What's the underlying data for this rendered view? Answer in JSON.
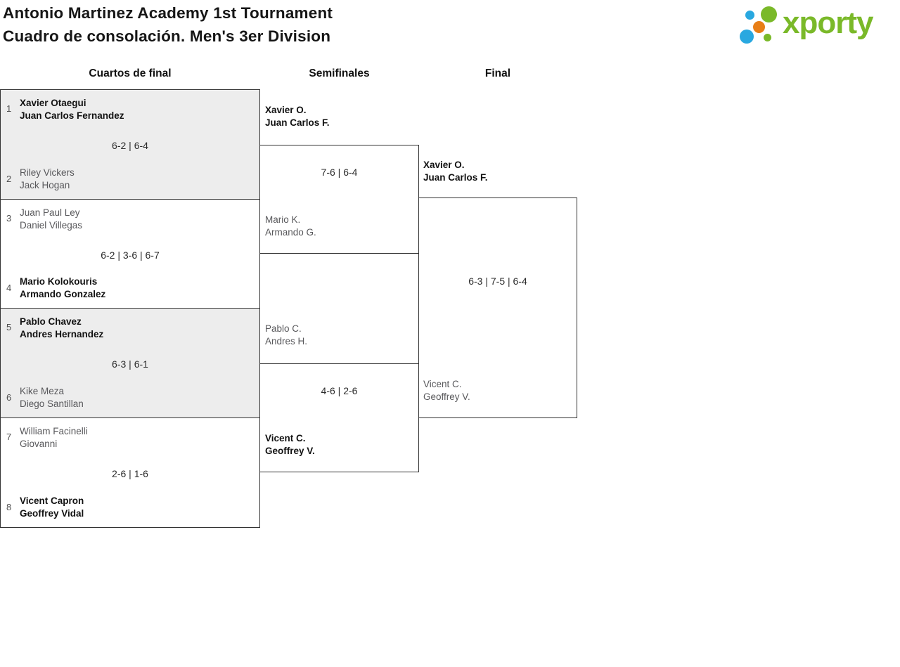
{
  "header": {
    "title_line1": "Antonio Martinez Academy 1st Tournament",
    "title_line2": "Cuadro de consolación. Men's 3er Division"
  },
  "logo": {
    "wordmark": "xporty",
    "colors": {
      "green": "#7ab929",
      "blue": "#29a8e0",
      "orange": "#e87e16"
    }
  },
  "round_headers": {
    "quarterfinals": "Cuartos de final",
    "semifinals": "Semifinales",
    "final": "Final"
  },
  "bracket": {
    "quarterfinals": [
      {
        "top_seed": "1",
        "top": {
          "line1": "Xavier Otaegui",
          "line2": "Juan Carlos Fernandez"
        },
        "top_winner": true,
        "score": "6-2 | 6-4",
        "bottom_seed": "2",
        "bottom": {
          "line1": "Riley Vickers",
          "line2": "Jack Hogan"
        },
        "bottom_winner": false
      },
      {
        "top_seed": "3",
        "top": {
          "line1": "Juan Paul Ley",
          "line2": "Daniel Villegas"
        },
        "top_winner": false,
        "score": "6-2 | 3-6 | 6-7",
        "bottom_seed": "4",
        "bottom": {
          "line1": "Mario Kolokouris",
          "line2": "Armando Gonzalez"
        },
        "bottom_winner": true
      },
      {
        "top_seed": "5",
        "top": {
          "line1": "Pablo Chavez",
          "line2": "Andres Hernandez"
        },
        "top_winner": true,
        "score": "6-3 | 6-1",
        "bottom_seed": "6",
        "bottom": {
          "line1": "Kike Meza",
          "line2": "Diego Santillan"
        },
        "bottom_winner": false
      },
      {
        "top_seed": "7",
        "top": {
          "line1": "William Facinelli",
          "line2": "Giovanni"
        },
        "top_winner": false,
        "score": "2-6 | 1-6",
        "bottom_seed": "8",
        "bottom": {
          "line1": "Vicent Capron",
          "line2": "Geoffrey Vidal"
        },
        "bottom_winner": true
      }
    ],
    "semifinals": [
      {
        "top": {
          "line1": "Xavier O.",
          "line2": "Juan Carlos F."
        },
        "top_winner": true,
        "score": "7-6 | 6-4",
        "bottom": {
          "line1": "Mario K.",
          "line2": "Armando G."
        },
        "bottom_winner": false
      },
      {
        "top": {
          "line1": "Pablo C.",
          "line2": "Andres H."
        },
        "top_winner": false,
        "score": "4-6 | 2-6",
        "bottom": {
          "line1": "Vicent C.",
          "line2": "Geoffrey V."
        },
        "bottom_winner": true
      }
    ],
    "final": {
      "top": {
        "line1": "Xavier O.",
        "line2": "Juan Carlos F."
      },
      "top_winner": true,
      "score": "6-3 | 7-5 | 6-4",
      "bottom": {
        "line1": "Vicent C.",
        "line2": "Geoffrey V."
      },
      "bottom_winner": false
    }
  }
}
